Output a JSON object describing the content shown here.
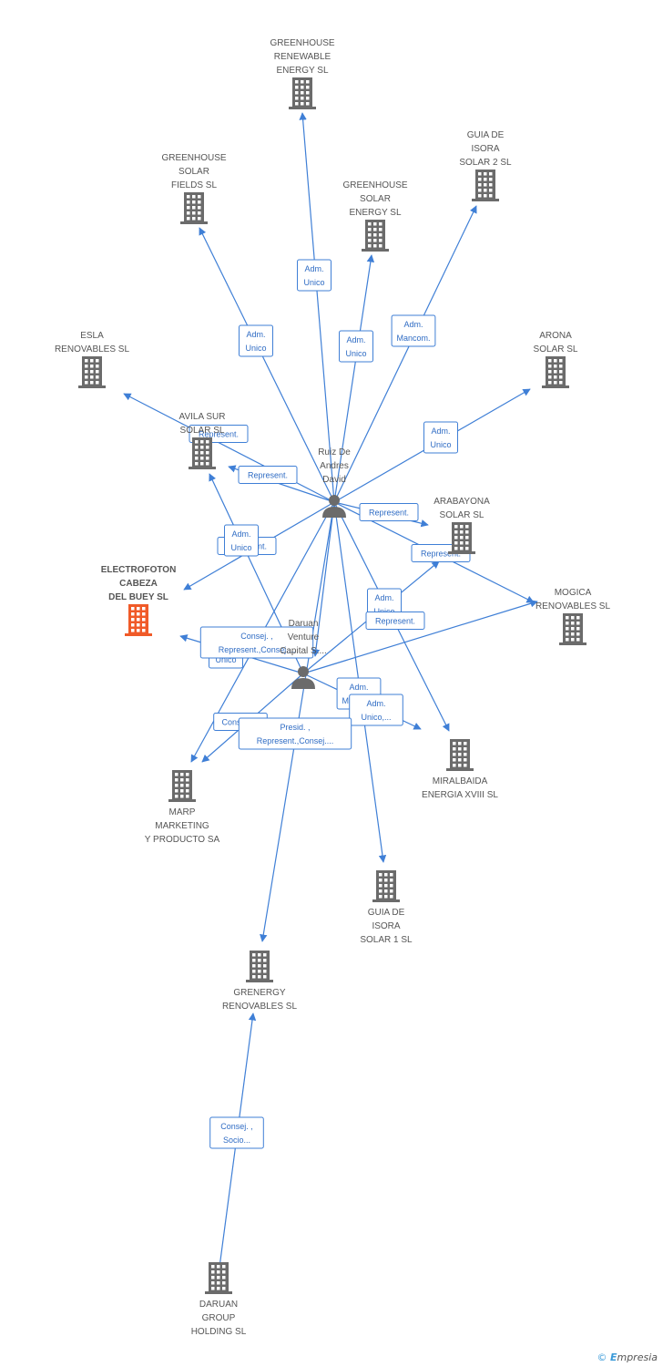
{
  "colors": {
    "edge": "#3f7fd6",
    "company": "#6b6b6b",
    "focus_company": "#f05a28",
    "person": "#6b6b6b"
  },
  "nodes": [
    {
      "id": "greenhouse_renewable",
      "type": "company",
      "label": [
        "GREENHOUSE",
        "RENEWABLE",
        "ENERGY SL"
      ],
      "icon": "building-icon"
    },
    {
      "id": "guia_isora_2",
      "type": "company",
      "label": [
        "GUIA DE",
        "ISORA",
        "SOLAR 2 SL"
      ],
      "icon": "building-icon"
    },
    {
      "id": "greenhouse_solar_fields",
      "type": "company",
      "label": [
        "GREENHOUSE",
        "SOLAR",
        "FIELDS SL"
      ],
      "icon": "building-icon"
    },
    {
      "id": "greenhouse_solar_energy",
      "type": "company",
      "label": [
        "GREENHOUSE",
        "SOLAR",
        "ENERGY SL"
      ],
      "icon": "building-icon"
    },
    {
      "id": "esla",
      "type": "company",
      "label": [
        "ESLA",
        "RENOVABLES SL"
      ],
      "icon": "building-icon"
    },
    {
      "id": "arona",
      "type": "company",
      "label": [
        "ARONA",
        "SOLAR SL"
      ],
      "icon": "building-icon"
    },
    {
      "id": "avila_sur",
      "type": "company",
      "label": [
        "AVILA SUR",
        "SOLAR SL"
      ],
      "icon": "building-icon"
    },
    {
      "id": "ruiz",
      "type": "person",
      "label": [
        "Ruiz De",
        "Andres",
        "David"
      ],
      "icon": "person-icon"
    },
    {
      "id": "arabayona",
      "type": "company",
      "label": [
        "ARABAYONA",
        "SOLAR SL"
      ],
      "icon": "building-icon"
    },
    {
      "id": "electrofoton",
      "type": "focus",
      "label": [
        "ELECTROFOTON",
        "CABEZA",
        "DEL BUEY SL"
      ],
      "icon": "building-icon"
    },
    {
      "id": "mogica",
      "type": "company",
      "label": [
        "MOGICA",
        "RENOVABLES SL"
      ],
      "icon": "building-icon"
    },
    {
      "id": "daruan_venture",
      "type": "person",
      "label": [
        "Daruan",
        "Venture",
        "Capital S...."
      ],
      "icon": "person-icon"
    },
    {
      "id": "miralbaida",
      "type": "company",
      "label": [
        "MIRALBAIDA",
        "ENERGIA XVIII SL"
      ],
      "icon": "building-icon"
    },
    {
      "id": "marp",
      "type": "company",
      "label": [
        "MARP",
        "MARKETING",
        "Y PRODUCTO SA"
      ],
      "icon": "building-icon"
    },
    {
      "id": "guia_isora_1",
      "type": "company",
      "label": [
        "GUIA DE",
        "ISORA",
        "SOLAR 1 SL"
      ],
      "icon": "building-icon"
    },
    {
      "id": "grenergy",
      "type": "company",
      "label": [
        "GRENERGY",
        "RENOVABLES SL"
      ],
      "icon": "building-icon"
    },
    {
      "id": "daruan_group",
      "type": "company",
      "label": [
        "DARUAN",
        "GROUP",
        "HOLDING  SL"
      ],
      "icon": "building-icon"
    }
  ],
  "edges": [
    {
      "from": "ruiz",
      "to": "greenhouse_renewable",
      "label": [
        "Adm.",
        "Unico"
      ]
    },
    {
      "from": "ruiz",
      "to": "greenhouse_solar_fields",
      "label": [
        "Adm.",
        "Unico"
      ]
    },
    {
      "from": "ruiz",
      "to": "greenhouse_solar_energy",
      "label": [
        "Adm.",
        "Unico"
      ]
    },
    {
      "from": "ruiz",
      "to": "guia_isora_2",
      "label": [
        "Adm.",
        "Mancom."
      ]
    },
    {
      "from": "ruiz",
      "to": "arona",
      "label": [
        "Adm.",
        "Unico"
      ]
    },
    {
      "from": "ruiz",
      "to": "esla",
      "label": [
        "Represent."
      ]
    },
    {
      "from": "ruiz",
      "to": "avila_sur",
      "label": [
        "Represent."
      ]
    },
    {
      "from": "ruiz",
      "to": "arabayona",
      "label": [
        "Represent."
      ]
    },
    {
      "from": "ruiz",
      "to": "mogica",
      "label": [
        "Represent."
      ]
    },
    {
      "from": "ruiz",
      "to": "electrofoton",
      "label": [
        "Represent."
      ]
    },
    {
      "from": "ruiz",
      "to": "miralbaida",
      "label": [
        "Adm.",
        "Mancom."
      ]
    },
    {
      "from": "ruiz",
      "to": "guia_isora_1",
      "label": []
    },
    {
      "from": "ruiz",
      "to": "grenergy",
      "label": []
    },
    {
      "from": "ruiz",
      "to": "marp",
      "label": [
        "Consejero"
      ]
    },
    {
      "from": "daruan_venture",
      "to": "avila_sur",
      "label": [
        "Adm.",
        "Unico"
      ]
    },
    {
      "from": "daruan_venture",
      "to": "electrofoton",
      "label": [
        "Adm.",
        "Unico"
      ]
    },
    {
      "from": "daruan_venture",
      "to": "arabayona",
      "label": [
        "Adm.",
        "Unico"
      ]
    },
    {
      "from": "daruan_venture",
      "to": "mogica",
      "label": [
        "Represent."
      ]
    },
    {
      "from": "daruan_venture",
      "to": "miralbaida",
      "label": [
        "Adm.",
        "Unico,..."
      ]
    },
    {
      "from": "daruan_venture",
      "to": "marp",
      "label": [
        "Presid. ,",
        "Represent.,Consej...."
      ]
    },
    {
      "from": "ruiz",
      "to": "daruan_venture",
      "label": [
        "Consej. ,",
        "Represent.,Consej...."
      ]
    },
    {
      "from": "daruan_group",
      "to": "grenergy",
      "label": [
        "Consej. ,",
        "Socio..."
      ]
    }
  ],
  "footer": {
    "copyright": "©",
    "brand_e": "E",
    "brand_rest": "mpresia"
  }
}
